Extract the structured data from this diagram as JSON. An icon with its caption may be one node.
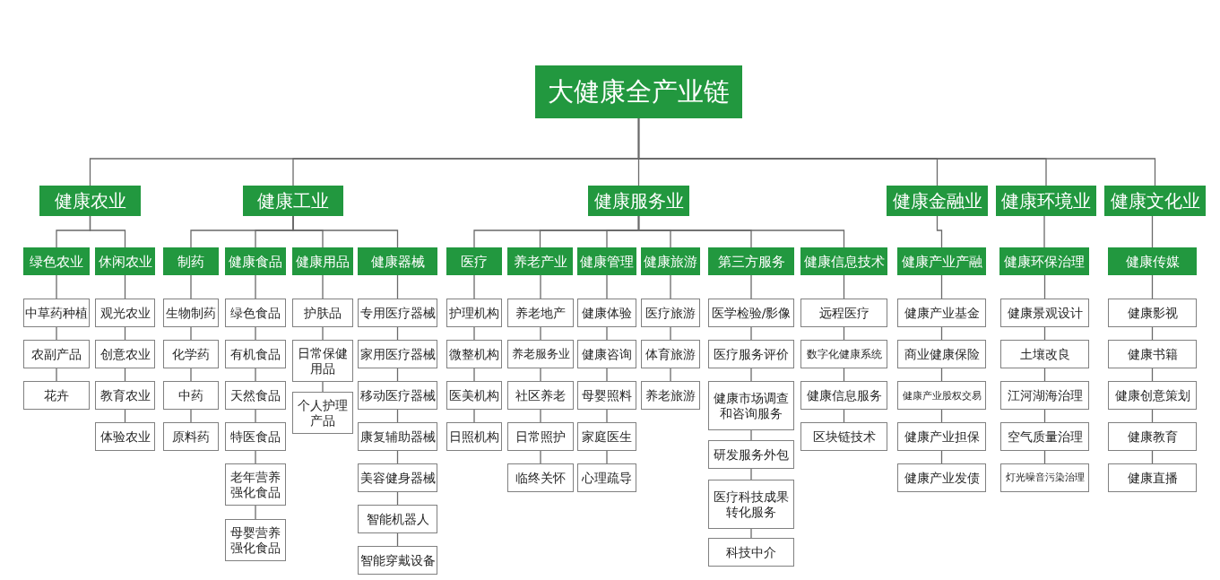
{
  "diagram": {
    "nodes": [
      {
        "text": [
          "大健康全产业链"
        ]
      },
      {
        "text": [
          "健康农业"
        ]
      },
      {
        "text": [
          "健康工业"
        ]
      },
      {
        "text": [
          "健康服务业"
        ]
      },
      {
        "text": [
          "健康金融业"
        ]
      },
      {
        "text": [
          "健康环境业"
        ]
      },
      {
        "text": [
          "健康文化业"
        ]
      },
      {
        "text": [
          "绿色农业"
        ]
      },
      {
        "text": [
          "休闲农业"
        ]
      },
      {
        "text": [
          "制药"
        ]
      },
      {
        "text": [
          "健康食品"
        ]
      },
      {
        "text": [
          "健康用品"
        ]
      },
      {
        "text": [
          "健康器械"
        ]
      },
      {
        "text": [
          "医疗"
        ]
      },
      {
        "text": [
          "养老产业"
        ]
      },
      {
        "text": [
          "健康管理"
        ]
      },
      {
        "text": [
          "健康旅游"
        ]
      },
      {
        "text": [
          "第三方服务"
        ]
      },
      {
        "text": [
          "健康信息技术"
        ]
      },
      {
        "text": [
          "健康产业产融"
        ]
      },
      {
        "text": [
          "健康环保治理"
        ]
      },
      {
        "text": [
          "健康传媒"
        ]
      },
      {
        "text": [
          "中草药种植"
        ]
      },
      {
        "text": [
          "农副产品"
        ]
      },
      {
        "text": [
          "花卉"
        ]
      },
      {
        "text": [
          "观光农业"
        ]
      },
      {
        "text": [
          "创意农业"
        ]
      },
      {
        "text": [
          "教育农业"
        ]
      },
      {
        "text": [
          "体验农业"
        ]
      },
      {
        "text": [
          "生物制药"
        ]
      },
      {
        "text": [
          "化学药"
        ]
      },
      {
        "text": [
          "中药"
        ]
      },
      {
        "text": [
          "原料药"
        ]
      },
      {
        "text": [
          "绿色食品"
        ]
      },
      {
        "text": [
          "有机食品"
        ]
      },
      {
        "text": [
          "天然食品"
        ]
      },
      {
        "text": [
          "特医食品"
        ]
      },
      {
        "text": [
          "老年营养强化食品"
        ]
      },
      {
        "text": [
          "母婴营养强化食品"
        ]
      },
      {
        "text": [
          "护肤品"
        ]
      },
      {
        "text": [
          "日常保健用品"
        ]
      },
      {
        "text": [
          "个人护理产品"
        ]
      },
      {
        "text": [
          "专用医疗器械"
        ]
      },
      {
        "text": [
          "家用医疗器械"
        ]
      },
      {
        "text": [
          "移动医疗器械"
        ]
      },
      {
        "text": [
          "康复辅助器械"
        ]
      },
      {
        "text": [
          "美容健身器械"
        ]
      },
      {
        "text": [
          "智能机器人"
        ]
      },
      {
        "text": [
          "智能穿戴设备"
        ]
      },
      {
        "text": [
          "护理机构"
        ]
      },
      {
        "text": [
          "微整机构"
        ]
      },
      {
        "text": [
          "医美机构"
        ]
      },
      {
        "text": [
          "日照机构"
        ]
      },
      {
        "text": [
          "养老地产"
        ]
      },
      {
        "text": [
          "养老服务业"
        ]
      },
      {
        "text": [
          "社区养老"
        ]
      },
      {
        "text": [
          "日常照护"
        ]
      },
      {
        "text": [
          "临终关怀"
        ]
      },
      {
        "text": [
          "健康体验"
        ]
      },
      {
        "text": [
          "健康咨询"
        ]
      },
      {
        "text": [
          "母婴照料"
        ]
      },
      {
        "text": [
          "家庭医生"
        ]
      },
      {
        "text": [
          "心理疏导"
        ]
      },
      {
        "text": [
          "医疗旅游"
        ]
      },
      {
        "text": [
          "体育旅游"
        ]
      },
      {
        "text": [
          "养老旅游"
        ]
      },
      {
        "text": [
          "医学检验/影像"
        ]
      },
      {
        "text": [
          "医疗服务评价"
        ]
      },
      {
        "text": [
          "健康市场调查和咨询服务"
        ]
      },
      {
        "text": [
          "研发服务外包"
        ]
      },
      {
        "text": [
          "医疗科技成果转化服务"
        ]
      },
      {
        "text": [
          "科技中介"
        ]
      },
      {
        "text": [
          "远程医疗"
        ]
      },
      {
        "text": [
          "数字化健康系统"
        ]
      },
      {
        "text": [
          "健康信息服务"
        ]
      },
      {
        "text": [
          "区块链技术"
        ]
      },
      {
        "text": [
          "健康产业基金"
        ]
      },
      {
        "text": [
          "商业健康保险"
        ]
      },
      {
        "text": [
          "健康产业股权交易"
        ]
      },
      {
        "text": [
          "健康产业担保"
        ]
      },
      {
        "text": [
          "健康产业发债"
        ]
      },
      {
        "text": [
          "健康景观设计"
        ]
      },
      {
        "text": [
          "土壤改良"
        ]
      },
      {
        "text": [
          "江河湖海治理"
        ]
      },
      {
        "text": [
          "空气质量治理"
        ]
      },
      {
        "text": [
          "灯光噪音污染治理"
        ]
      },
      {
        "text": [
          "健康影视"
        ]
      },
      {
        "text": [
          "健康书籍"
        ]
      },
      {
        "text": [
          "健康创意策划"
        ]
      },
      {
        "text": [
          "健康教育"
        ]
      },
      {
        "text": [
          "健康直播"
        ]
      }
    ],
    "edges": [
      {
        "from": 0,
        "to": 1,
        "arrow": "none"
      },
      {
        "from": 0,
        "to": 2,
        "arrow": "none"
      },
      {
        "from": 0,
        "to": 3,
        "arrow": "none"
      },
      {
        "from": 0,
        "to": 4,
        "arrow": "none"
      },
      {
        "from": 0,
        "to": 5,
        "arrow": "none"
      },
      {
        "from": 0,
        "to": 6,
        "arrow": "none"
      },
      {
        "from": 1,
        "to": 7,
        "arrow": "none"
      },
      {
        "from": 1,
        "to": 8,
        "arrow": "none"
      },
      {
        "from": 2,
        "to": 9,
        "arrow": "none"
      },
      {
        "from": 2,
        "to": 10,
        "arrow": "none"
      },
      {
        "from": 2,
        "to": 11,
        "arrow": "none"
      },
      {
        "from": 2,
        "to": 12,
        "arrow": "none"
      },
      {
        "from": 3,
        "to": 13,
        "arrow": "none"
      },
      {
        "from": 3,
        "to": 14,
        "arrow": "none"
      },
      {
        "from": 3,
        "to": 15,
        "arrow": "none"
      },
      {
        "from": 3,
        "to": 16,
        "arrow": "none"
      },
      {
        "from": 3,
        "to": 17,
        "arrow": "none"
      },
      {
        "from": 3,
        "to": 18,
        "arrow": "none"
      },
      {
        "from": 4,
        "to": 19,
        "arrow": "none"
      },
      {
        "from": 5,
        "to": 20,
        "arrow": "none"
      },
      {
        "from": 6,
        "to": 21,
        "arrow": "none"
      },
      {
        "from": 7,
        "to": 22,
        "arrow": "none"
      },
      {
        "from": 22,
        "to": 23,
        "arrow": "none"
      },
      {
        "from": 23,
        "to": 24,
        "arrow": "none"
      },
      {
        "from": 8,
        "to": 25,
        "arrow": "none"
      },
      {
        "from": 25,
        "to": 26,
        "arrow": "none"
      },
      {
        "from": 26,
        "to": 27,
        "arrow": "none"
      },
      {
        "from": 27,
        "to": 28,
        "arrow": "none"
      },
      {
        "from": 9,
        "to": 29,
        "arrow": "none"
      },
      {
        "from": 29,
        "to": 30,
        "arrow": "none"
      },
      {
        "from": 30,
        "to": 31,
        "arrow": "none"
      },
      {
        "from": 31,
        "to": 32,
        "arrow": "none"
      },
      {
        "from": 10,
        "to": 33,
        "arrow": "none"
      },
      {
        "from": 33,
        "to": 34,
        "arrow": "none"
      },
      {
        "from": 34,
        "to": 35,
        "arrow": "none"
      },
      {
        "from": 35,
        "to": 36,
        "arrow": "none"
      },
      {
        "from": 36,
        "to": 37,
        "arrow": "none"
      },
      {
        "from": 37,
        "to": 38,
        "arrow": "none"
      },
      {
        "from": 11,
        "to": 39,
        "arrow": "none"
      },
      {
        "from": 39,
        "to": 40,
        "arrow": "none"
      },
      {
        "from": 40,
        "to": 41,
        "arrow": "none"
      },
      {
        "from": 12,
        "to": 42,
        "arrow": "none"
      },
      {
        "from": 42,
        "to": 43,
        "arrow": "none"
      },
      {
        "from": 43,
        "to": 44,
        "arrow": "none"
      },
      {
        "from": 44,
        "to": 45,
        "arrow": "none"
      },
      {
        "from": 45,
        "to": 46,
        "arrow": "none"
      },
      {
        "from": 46,
        "to": 47,
        "arrow": "none"
      },
      {
        "from": 47,
        "to": 48,
        "arrow": "none"
      },
      {
        "from": 13,
        "to": 49,
        "arrow": "none"
      },
      {
        "from": 49,
        "to": 50,
        "arrow": "none"
      },
      {
        "from": 50,
        "to": 51,
        "arrow": "none"
      },
      {
        "from": 51,
        "to": 52,
        "arrow": "none"
      },
      {
        "from": 14,
        "to": 53,
        "arrow": "none"
      },
      {
        "from": 53,
        "to": 54,
        "arrow": "none"
      },
      {
        "from": 54,
        "to": 55,
        "arrow": "none"
      },
      {
        "from": 55,
        "to": 56,
        "arrow": "none"
      },
      {
        "from": 56,
        "to": 57,
        "arrow": "none"
      },
      {
        "from": 15,
        "to": 58,
        "arrow": "none"
      },
      {
        "from": 58,
        "to": 59,
        "arrow": "none"
      },
      {
        "from": 59,
        "to": 60,
        "arrow": "none"
      },
      {
        "from": 60,
        "to": 61,
        "arrow": "none"
      },
      {
        "from": 61,
        "to": 62,
        "arrow": "none"
      },
      {
        "from": 16,
        "to": 63,
        "arrow": "none"
      },
      {
        "from": 63,
        "to": 64,
        "arrow": "none"
      },
      {
        "from": 64,
        "to": 65,
        "arrow": "none"
      },
      {
        "from": 17,
        "to": 66,
        "arrow": "none"
      },
      {
        "from": 66,
        "to": 67,
        "arrow": "none"
      },
      {
        "from": 67,
        "to": 68,
        "arrow": "none"
      },
      {
        "from": 68,
        "to": 69,
        "arrow": "none"
      },
      {
        "from": 69,
        "to": 70,
        "arrow": "none"
      },
      {
        "from": 70,
        "to": 71,
        "arrow": "none"
      },
      {
        "from": 18,
        "to": 72,
        "arrow": "none"
      },
      {
        "from": 72,
        "to": 73,
        "arrow": "none"
      },
      {
        "from": 73,
        "to": 74,
        "arrow": "none"
      },
      {
        "from": 74,
        "to": 75,
        "arrow": "none"
      },
      {
        "from": 19,
        "to": 76,
        "arrow": "none"
      },
      {
        "from": 76,
        "to": 77,
        "arrow": "none"
      },
      {
        "from": 77,
        "to": 78,
        "arrow": "none"
      },
      {
        "from": 78,
        "to": 79,
        "arrow": "none"
      },
      {
        "from": 79,
        "to": 80,
        "arrow": "none"
      },
      {
        "from": 20,
        "to": 81,
        "arrow": "none"
      },
      {
        "from": 81,
        "to": 82,
        "arrow": "none"
      },
      {
        "from": 82,
        "to": 83,
        "arrow": "none"
      },
      {
        "from": 83,
        "to": 84,
        "arrow": "none"
      },
      {
        "from": 84,
        "to": 85,
        "arrow": "none"
      },
      {
        "from": 21,
        "to": 86,
        "arrow": "none"
      },
      {
        "from": 86,
        "to": 87,
        "arrow": "none"
      },
      {
        "from": 87,
        "to": 88,
        "arrow": "none"
      },
      {
        "from": 88,
        "to": 89,
        "arrow": "none"
      },
      {
        "from": 89,
        "to": 90,
        "arrow": "none"
      }
    ]
  }
}
